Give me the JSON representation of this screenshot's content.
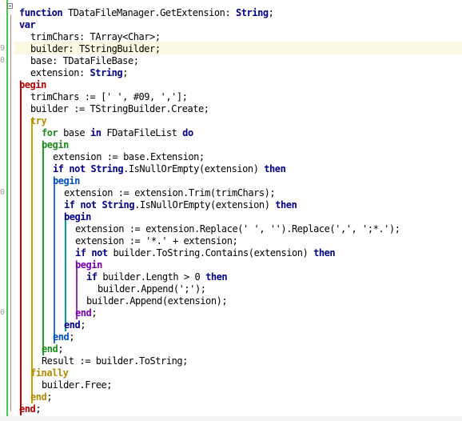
{
  "editor": {
    "gutter_fragments": [
      {
        "text": "9",
        "line": 3
      },
      {
        "text": "0",
        "line": 4
      },
      {
        "text": "0",
        "line": 15
      },
      {
        "text": "0",
        "line": 25
      }
    ],
    "lines": [
      {
        "indent": 0,
        "tokens": [
          {
            "t": "function",
            "c": "kw"
          },
          {
            "t": " TDataFileManager.GetExtension: "
          },
          {
            "t": "String",
            "c": "kw"
          },
          {
            "t": ";"
          }
        ]
      },
      {
        "indent": 0,
        "tokens": [
          {
            "t": "var",
            "c": "kw"
          }
        ]
      },
      {
        "indent": 1,
        "tokens": [
          {
            "t": "trimChars: TArray<Char>;"
          }
        ]
      },
      {
        "indent": 1,
        "tokens": [
          {
            "t": "builder: TStringBuilder;"
          }
        ]
      },
      {
        "indent": 1,
        "tokens": [
          {
            "t": "base: TDataFileBase;"
          }
        ]
      },
      {
        "indent": 1,
        "tokens": [
          {
            "t": "extension: "
          },
          {
            "t": "String",
            "c": "kw"
          },
          {
            "t": ";"
          }
        ]
      },
      {
        "indent": 0,
        "tokens": [
          {
            "t": "begin",
            "c": "kw-begin"
          }
        ]
      },
      {
        "indent": 1,
        "tokens": [
          {
            "t": "trimChars := [' ', #09, ','];"
          }
        ]
      },
      {
        "indent": 1,
        "tokens": [
          {
            "t": "builder := TStringBuilder.Create;"
          }
        ]
      },
      {
        "indent": 1,
        "tokens": [
          {
            "t": "try",
            "c": "kw-try"
          }
        ]
      },
      {
        "indent": 2,
        "tokens": [
          {
            "t": "for",
            "c": "kw-for"
          },
          {
            "t": " base "
          },
          {
            "t": "in",
            "c": "kw"
          },
          {
            "t": " FDataFileList "
          },
          {
            "t": "do",
            "c": "kw"
          }
        ]
      },
      {
        "indent": 2,
        "tokens": [
          {
            "t": "begin",
            "c": "kw-for"
          }
        ]
      },
      {
        "indent": 3,
        "tokens": [
          {
            "t": "extension := base.Extension;"
          }
        ]
      },
      {
        "indent": 3,
        "tokens": [
          {
            "t": "if",
            "c": "kw"
          },
          {
            "t": " "
          },
          {
            "t": "not",
            "c": "kw"
          },
          {
            "t": " "
          },
          {
            "t": "String",
            "c": "kw"
          },
          {
            "t": ".IsNullOrEmpty(extension) "
          },
          {
            "t": "then",
            "c": "kw"
          }
        ]
      },
      {
        "indent": 3,
        "tokens": [
          {
            "t": "begin",
            "c": "kw-b3"
          }
        ]
      },
      {
        "indent": 4,
        "tokens": [
          {
            "t": "extension := extension.Trim(trimChars);"
          }
        ]
      },
      {
        "indent": 4,
        "tokens": [
          {
            "t": "if",
            "c": "kw"
          },
          {
            "t": " "
          },
          {
            "t": "not",
            "c": "kw"
          },
          {
            "t": " "
          },
          {
            "t": "String",
            "c": "kw"
          },
          {
            "t": ".IsNullOrEmpty(extension) "
          },
          {
            "t": "then",
            "c": "kw"
          }
        ]
      },
      {
        "indent": 4,
        "tokens": [
          {
            "t": "begin",
            "c": "kw"
          }
        ]
      },
      {
        "indent": 5,
        "tokens": [
          {
            "t": "extension := extension.Replace(' ', '').Replace(',', ';*.');"
          }
        ]
      },
      {
        "indent": 5,
        "tokens": [
          {
            "t": "extension := '*.' + extension;"
          }
        ]
      },
      {
        "indent": 5,
        "tokens": [
          {
            "t": "if",
            "c": "kw"
          },
          {
            "t": " "
          },
          {
            "t": "not",
            "c": "kw"
          },
          {
            "t": " builder.ToString.Contains(extension) "
          },
          {
            "t": "then",
            "c": "kw"
          }
        ]
      },
      {
        "indent": 5,
        "tokens": [
          {
            "t": "begin",
            "c": "kw-b5"
          }
        ]
      },
      {
        "indent": 6,
        "tokens": [
          {
            "t": "if",
            "c": "kw"
          },
          {
            "t": " builder.Length > 0 "
          },
          {
            "t": "then",
            "c": "kw"
          }
        ]
      },
      {
        "indent": 7,
        "tokens": [
          {
            "t": "builder.Append(';');"
          }
        ]
      },
      {
        "indent": 6,
        "tokens": [
          {
            "t": "builder.Append(extension);"
          }
        ]
      },
      {
        "indent": 5,
        "tokens": [
          {
            "t": "end",
            "c": "kw-b5"
          },
          {
            "t": ";"
          }
        ]
      },
      {
        "indent": 4,
        "tokens": [
          {
            "t": "end",
            "c": "kw"
          },
          {
            "t": ";"
          }
        ]
      },
      {
        "indent": 3,
        "tokens": [
          {
            "t": "end",
            "c": "kw-b3"
          },
          {
            "t": ";"
          }
        ]
      },
      {
        "indent": 2,
        "tokens": [
          {
            "t": "end",
            "c": "kw-for"
          },
          {
            "t": ";"
          }
        ]
      },
      {
        "indent": 2,
        "tokens": [
          {
            "t": "Result := builder.ToString;"
          }
        ]
      },
      {
        "indent": 1,
        "tokens": [
          {
            "t": "finally",
            "c": "kw-try"
          }
        ]
      },
      {
        "indent": 2,
        "tokens": [
          {
            "t": "builder.Free;"
          }
        ]
      },
      {
        "indent": 1,
        "tokens": [
          {
            "t": "end",
            "c": "kw-try"
          },
          {
            "t": ";"
          }
        ]
      },
      {
        "indent": 0,
        "tokens": [
          {
            "t": "end",
            "c": "kw-begin"
          },
          {
            "t": ";"
          }
        ]
      }
    ]
  }
}
